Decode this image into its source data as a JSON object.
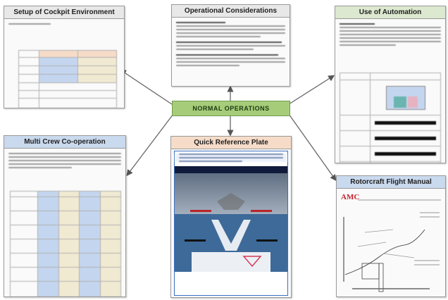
{
  "hub": {
    "label": "NORMAL OPERATIONS"
  },
  "panels": {
    "setup": {
      "title": "Setup of Cockpit Environment"
    },
    "operational": {
      "title": "Operational Considerations"
    },
    "automation": {
      "title": "Use of Automation"
    },
    "multicrew": {
      "title": "Multi Crew Co-operation"
    },
    "qrp": {
      "title": "Quick Reference Plate"
    },
    "manual": {
      "title": "Rotorcraft Flight Manual",
      "logo_text": "AMC"
    }
  },
  "colors": {
    "hub_fill": "#a6cc7a",
    "title_grey": "#e8e8e8",
    "title_blue": "#c9d9ee",
    "title_orange": "#f6dcc8",
    "title_green": "#dce8cf",
    "cell_blue": "#c4d6ef",
    "cell_beige": "#f1ead2"
  }
}
